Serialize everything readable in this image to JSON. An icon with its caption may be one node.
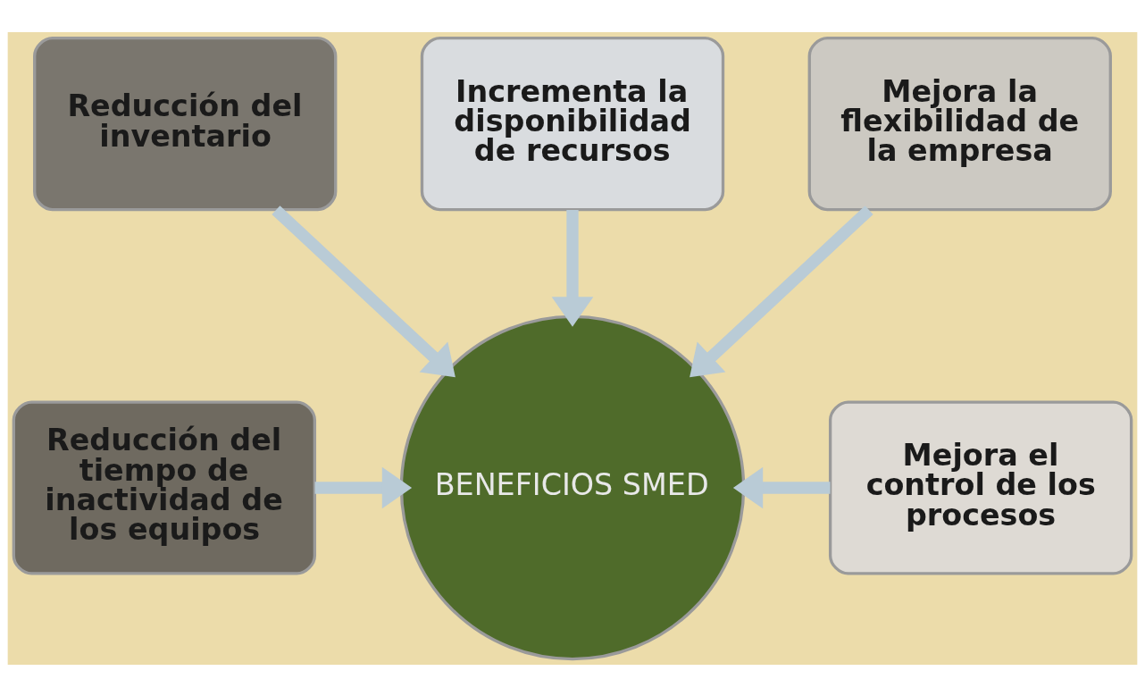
{
  "diagram": {
    "nodes": [
      {
        "text": [
          "Incrementa la disponibilidad de recursos"
        ]
      },
      {
        "text": [
          "Reducción del inventario"
        ]
      },
      {
        "text": [
          "Mejora la flexibilidad de la empresa"
        ]
      },
      {
        "text": [
          "Reducción del tiempo de inactividad de los equipos"
        ]
      },
      {
        "text": [
          "BENEFICIOS SMED"
        ]
      },
      {
        "text": [
          "Mejora el control de los procesos"
        ]
      }
    ],
    "edges": [
      {
        "from": 0,
        "to": 4,
        "arrow": "to"
      },
      {
        "from": 1,
        "to": 4,
        "arrow": "to"
      },
      {
        "from": 2,
        "to": 4,
        "arrow": "to"
      },
      {
        "from": 3,
        "to": 4,
        "arrow": "to"
      },
      {
        "from": 5,
        "to": 4,
        "arrow": "to"
      }
    ]
  }
}
